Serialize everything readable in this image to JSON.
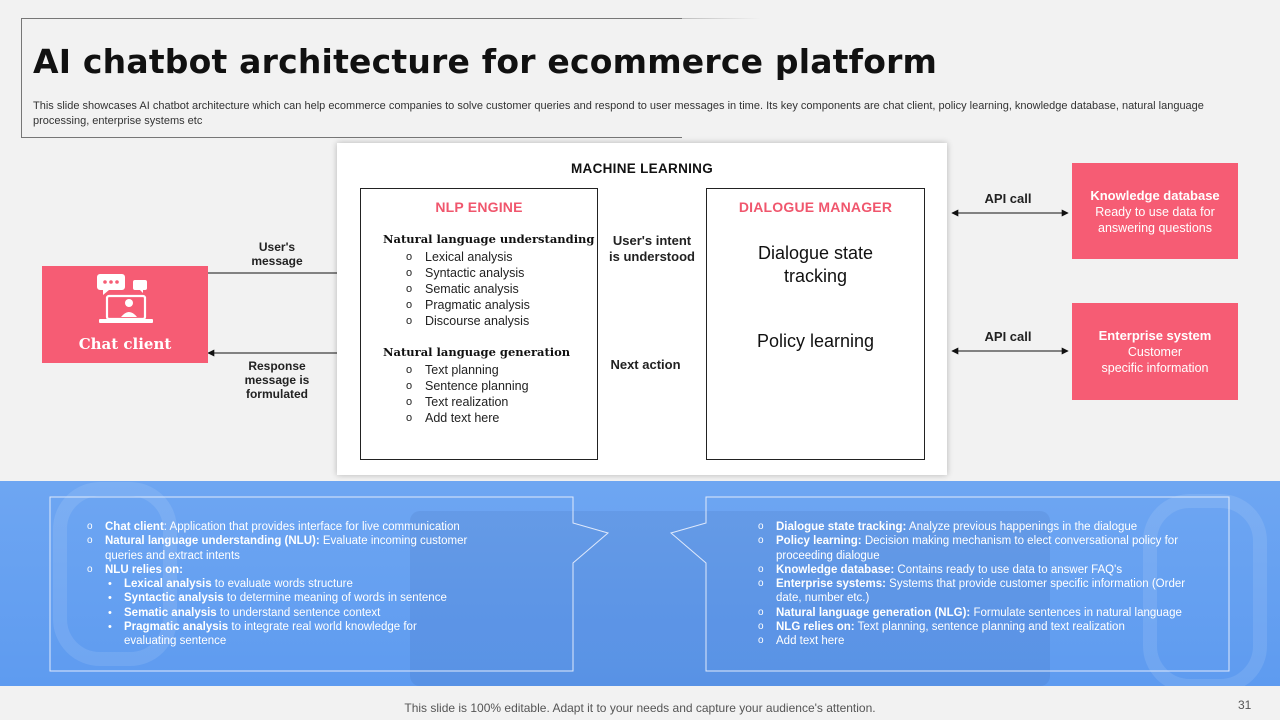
{
  "header": {
    "title": "AI chatbot architecture for ecommerce platform",
    "subtitle": "This slide showcases AI chatbot architecture which can help ecommerce companies to solve customer queries and respond to user messages in time. Its key components are chat client, policy learning, knowledge database, natural language processing, enterprise systems etc"
  },
  "diagram": {
    "ml_label": "MACHINE LEARNING",
    "nlp": {
      "title": "NLP ENGINE",
      "nlu_title": "Natural language understanding",
      "nlu_items": [
        "Lexical analysis",
        "Syntactic analysis",
        "Sematic analysis",
        "Pragmatic analysis",
        "Discourse analysis"
      ],
      "nlg_title": "Natural language generation",
      "nlg_items": [
        "Text planning",
        "Sentence planning",
        "Text realization",
        "Add text here"
      ]
    },
    "dm": {
      "title": "DIALOGUE MANAGER",
      "item1_line1": "Dialogue state",
      "item1_line2": "tracking",
      "item2": "Policy learning"
    },
    "chat_client": {
      "label": "Chat client",
      "icon": "chat-user-icon"
    },
    "knowledge": {
      "title": "Knowledge database",
      "line1": "Ready to use data for",
      "line2": "answering questions"
    },
    "enterprise": {
      "title": "Enterprise system",
      "line1": "Customer",
      "line2": "specific information"
    },
    "labels": {
      "users_message_1": "User's",
      "users_message_2": "message",
      "response_1": "Response",
      "response_2": "message is",
      "response_3": "formulated",
      "intent_1": "User's  intent",
      "intent_2": "is understood",
      "next_action": "Next action",
      "api_call_1": "API call",
      "api_call_2": "API call"
    },
    "colors": {
      "accent": "#f65c74",
      "band": "#6ea6f2"
    }
  },
  "info": {
    "left": [
      {
        "level": 1,
        "bold": "Chat client",
        "text": ": Application that provides interface for live communication"
      },
      {
        "level": 1,
        "bold": "Natural language understanding (NLU):",
        "text": " Evaluate incoming customer queries and extract intents"
      },
      {
        "level": 1,
        "bold": "NLU relies on:",
        "text": ""
      },
      {
        "level": 2,
        "bold": "Lexical analysis",
        "text": " to evaluate words structure"
      },
      {
        "level": 2,
        "bold": "Syntactic analysis",
        "text": " to determine meaning of words in sentence"
      },
      {
        "level": 2,
        "bold": "Sematic analysis",
        "text": " to understand sentence context"
      },
      {
        "level": 2,
        "bold": "Pragmatic analysis",
        "text": " to integrate real world knowledge for evaluating sentence"
      }
    ],
    "right": [
      {
        "level": 1,
        "bold": "Dialogue state tracking:",
        "text": " Analyze  previous happenings in the dialogue"
      },
      {
        "level": 1,
        "bold": "Policy learning:",
        "text": " Decision making mechanism to elect conversational policy for proceeding dialogue"
      },
      {
        "level": 1,
        "bold": "Knowledge database:",
        "text": " Contains ready to use data to  answer FAQ's"
      },
      {
        "level": 1,
        "bold": "Enterprise systems:",
        "text": " Systems that provide customer specific information (Order date, number etc.)"
      },
      {
        "level": 1,
        "bold": "Natural language generation (NLG):",
        "text": "  Formulate sentences in natural language"
      },
      {
        "level": 1,
        "bold": "NLG  relies on:",
        "text": "  Text planning, sentence planning and text realization"
      },
      {
        "level": 1,
        "bold": "",
        "text": "Add text here"
      }
    ]
  },
  "footer": {
    "text": "This slide is 100% editable. Adapt it to your needs and capture your audience's attention.",
    "page": "31"
  }
}
